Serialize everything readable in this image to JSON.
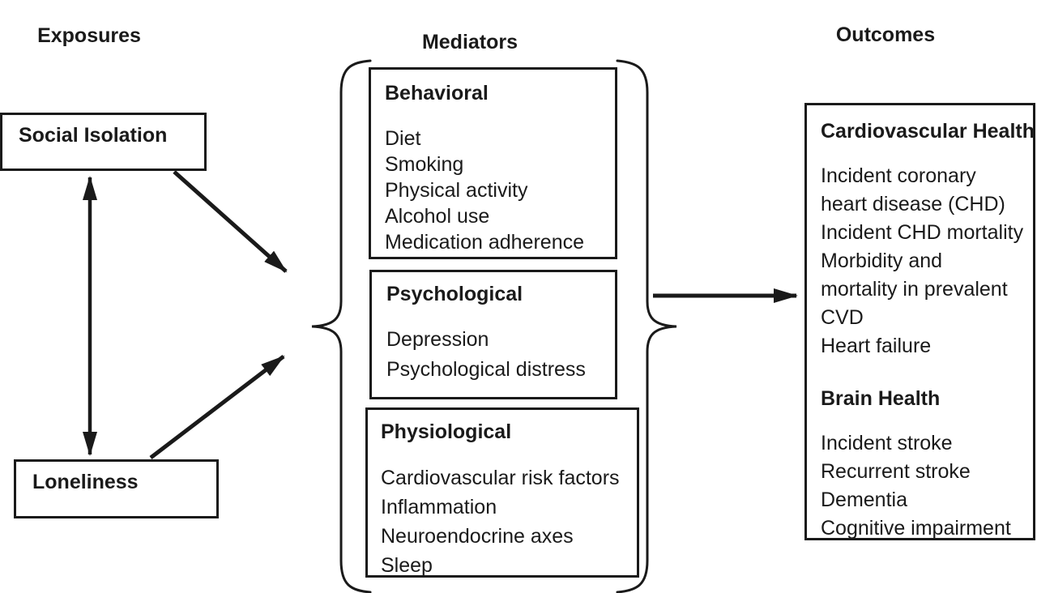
{
  "headings": {
    "exposures": "Exposures",
    "mediators": "Mediators",
    "outcomes": "Outcomes"
  },
  "exposures": {
    "social_isolation": "Social Isolation",
    "loneliness": "Loneliness"
  },
  "mediators": {
    "behavioral": {
      "title": "Behavioral",
      "items": [
        "Diet",
        "Smoking",
        "Physical activity",
        "Alcohol use",
        "Medication adherence"
      ]
    },
    "psychological": {
      "title": "Psychological",
      "items": [
        "Depression",
        "Psychological distress"
      ]
    },
    "physiological": {
      "title": "Physiological",
      "items": [
        "Cardiovascular risk factors",
        "Inflammation",
        "Neuroendocrine axes",
        "Sleep"
      ]
    }
  },
  "outcomes": {
    "cardiovascular": {
      "title": "Cardiovascular Health",
      "lines": [
        "Incident coronary",
        "heart disease (CHD)",
        "Incident CHD mortality",
        "Morbidity and",
        "mortality in prevalent",
        "CVD",
        "Heart failure"
      ]
    },
    "brain": {
      "title": "Brain Health",
      "lines": [
        "Incident stroke",
        "Recurrent stroke",
        "Dementia",
        "Cognitive impairment"
      ]
    }
  },
  "colors": {
    "ink": "#1a1a1a",
    "background": "#ffffff"
  }
}
